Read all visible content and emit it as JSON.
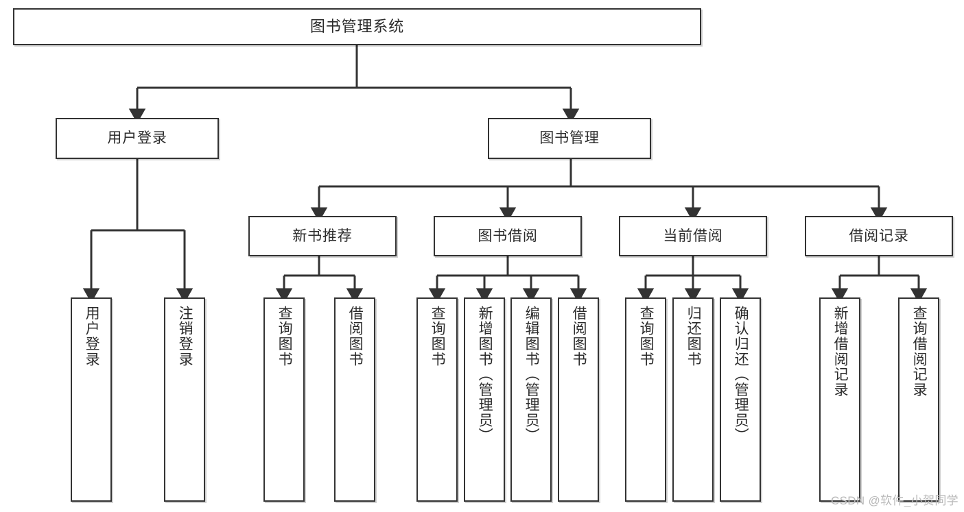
{
  "diagram": {
    "title": "图书管理系统",
    "type": "hierarchy-tree",
    "watermark": "CSDN @软件_小贺同学",
    "colors": {
      "background": "#ffffff",
      "box_border": "#333333",
      "box_fill": "#ffffff",
      "connector": "#333333",
      "text": "#2b2b2b",
      "watermark": "#b9b9b9"
    },
    "nodes": {
      "root": {
        "label": "图书管理系统",
        "level": 1,
        "orientation": "horizontal"
      },
      "level2": [
        {
          "id": "user-login",
          "label": "用户登录",
          "orientation": "horizontal"
        },
        {
          "id": "book-manage",
          "label": "图书管理",
          "orientation": "horizontal"
        }
      ],
      "level3": [
        {
          "id": "new-book-recommend",
          "label": "新书推荐",
          "orientation": "horizontal",
          "parent": "book-manage"
        },
        {
          "id": "book-borrow",
          "label": "图书借阅",
          "orientation": "horizontal",
          "parent": "book-manage"
        },
        {
          "id": "current-borrow",
          "label": "当前借阅",
          "orientation": "horizontal",
          "parent": "book-manage"
        },
        {
          "id": "borrow-record",
          "label": "借阅记录",
          "orientation": "horizontal",
          "parent": "book-manage"
        }
      ],
      "leaves": [
        {
          "id": "leaf-user-login",
          "label": "用户登录",
          "orientation": "vertical",
          "parent": "user-login"
        },
        {
          "id": "leaf-user-logout",
          "label": "注销登录",
          "orientation": "vertical",
          "parent": "user-login"
        },
        {
          "id": "leaf-query-book-1",
          "label": "查询图书",
          "orientation": "vertical",
          "parent": "new-book-recommend"
        },
        {
          "id": "leaf-borrow-book-1",
          "label": "借阅图书",
          "orientation": "vertical",
          "parent": "new-book-recommend"
        },
        {
          "id": "leaf-query-book-2",
          "label": "查询图书",
          "orientation": "vertical",
          "parent": "book-borrow"
        },
        {
          "id": "leaf-add-book",
          "label": "新增图书（管理员）",
          "orientation": "vertical",
          "parent": "book-borrow"
        },
        {
          "id": "leaf-edit-book",
          "label": "编辑图书（管理员）",
          "orientation": "vertical",
          "parent": "book-borrow"
        },
        {
          "id": "leaf-borrow-book-2",
          "label": "借阅图书",
          "orientation": "vertical",
          "parent": "book-borrow"
        },
        {
          "id": "leaf-query-book-3",
          "label": "查询图书",
          "orientation": "vertical",
          "parent": "current-borrow"
        },
        {
          "id": "leaf-return-book",
          "label": "归还图书",
          "orientation": "vertical",
          "parent": "current-borrow"
        },
        {
          "id": "leaf-confirm-return",
          "label": "确认归还（管理员）",
          "orientation": "vertical",
          "parent": "current-borrow"
        },
        {
          "id": "leaf-add-record",
          "label": "新增借阅记录",
          "orientation": "vertical",
          "parent": "borrow-record"
        },
        {
          "id": "leaf-query-record",
          "label": "查询借阅记录",
          "orientation": "vertical",
          "parent": "borrow-record"
        }
      ]
    }
  }
}
